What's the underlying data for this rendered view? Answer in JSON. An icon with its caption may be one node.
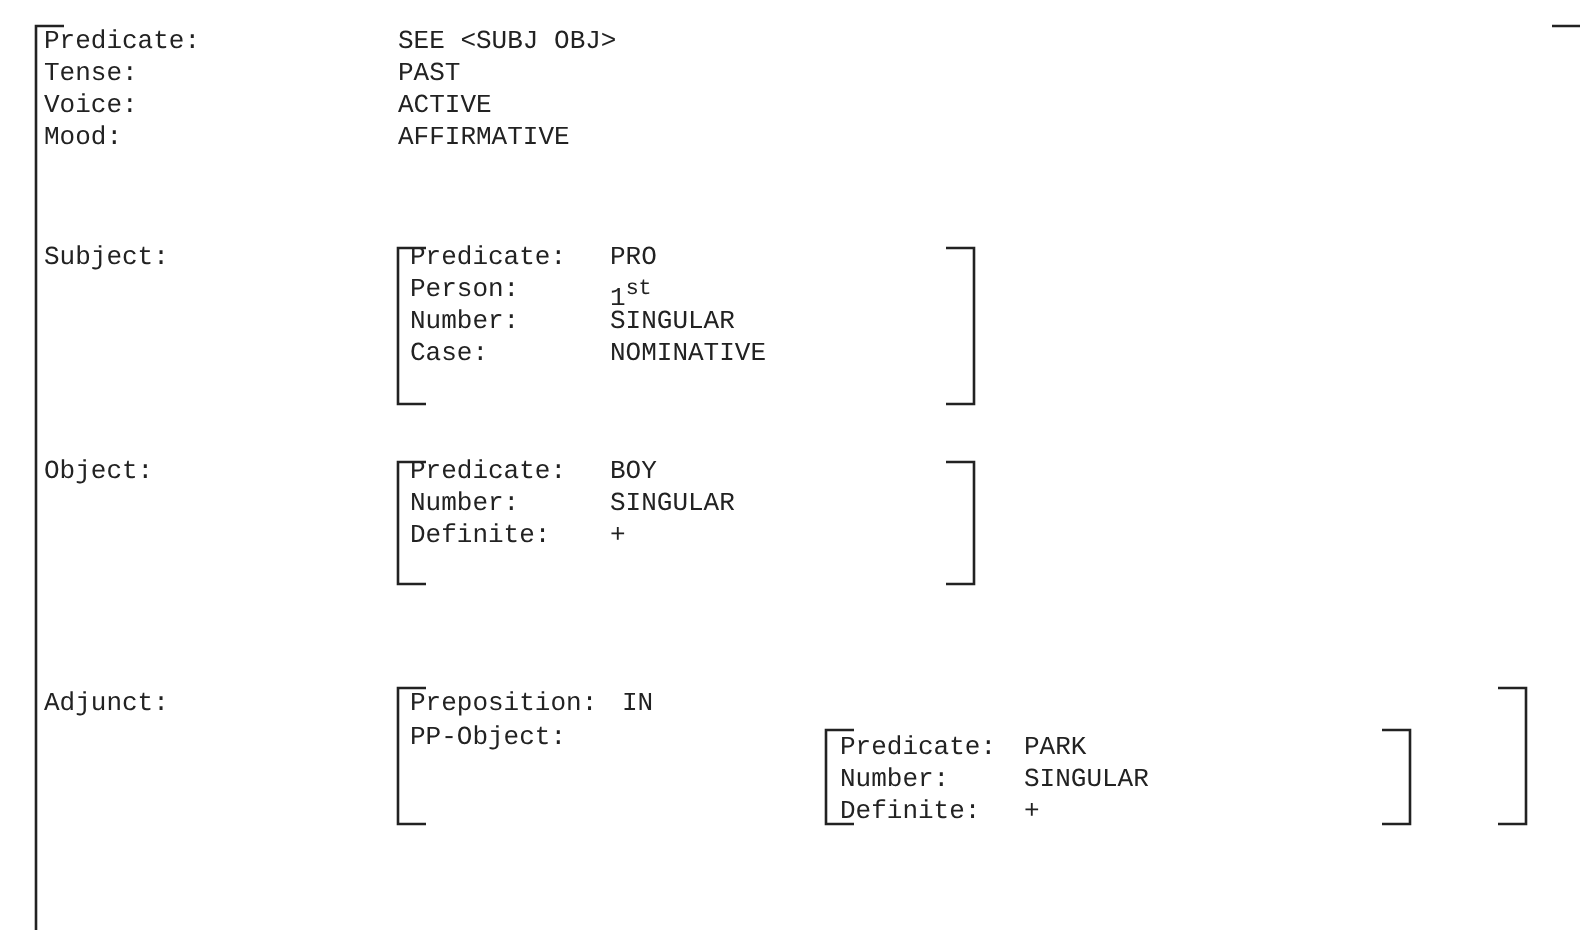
{
  "diagram": {
    "nodes": [
      {
        "text": [
          "Predicate:",
          "SEE <SUBJ OBJ>",
          "Tense:",
          "PAST",
          "Voice:",
          "ACTIVE",
          "Mood:",
          "AFFIRMATIVE",
          "Subject:",
          "Object:",
          "Adjunct:"
        ]
      },
      {
        "text": [
          "Predicate:",
          "PRO",
          "Person:",
          "1$^{st}$",
          "Number:",
          "SINGULAR",
          "Case:",
          "NOMINATIVE"
        ],
        "in": 0
      },
      {
        "text": [
          "Predicate:",
          "BOY",
          "Number:",
          "SINGULAR",
          "Definite:",
          "+"
        ],
        "in": 0
      },
      {
        "text": [
          "Preposition:",
          "IN",
          "PP-Object:"
        ],
        "in": 0
      },
      {
        "text": [
          "Predicate:",
          "PARK",
          "Number:",
          "SINGULAR",
          "Definite:",
          "+"
        ],
        "in": 3
      }
    ]
  }
}
